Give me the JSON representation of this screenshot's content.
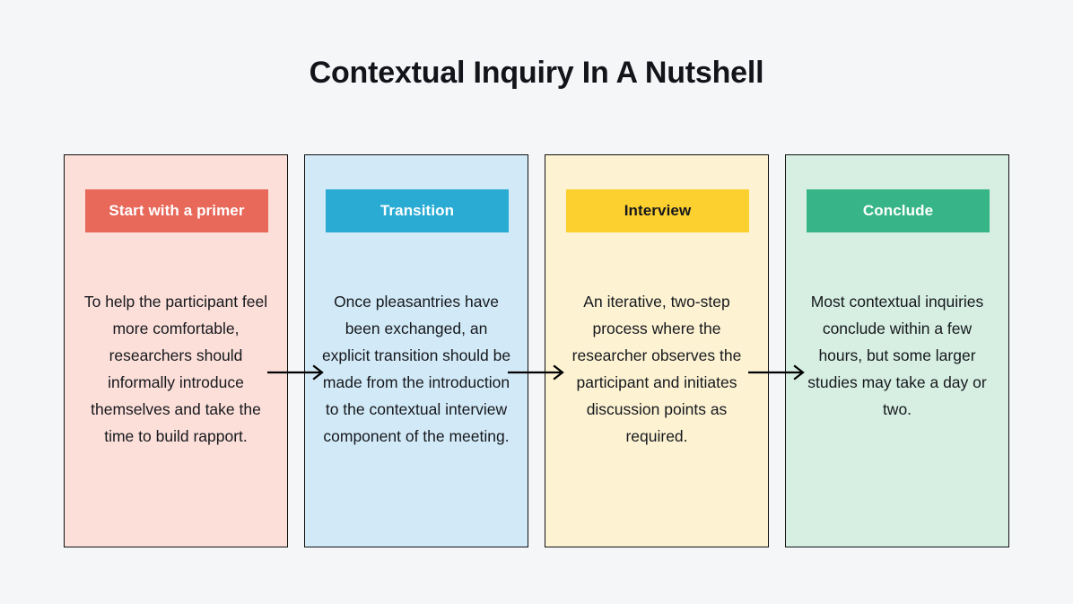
{
  "page": {
    "title": "Contextual Inquiry In A Nutshell",
    "background_color": "#f5f6f8"
  },
  "diagram": {
    "type": "process-flow",
    "orientation": "horizontal",
    "step_count": 4,
    "arrow_count": 3,
    "arrow_icon": "arrow-right-icon",
    "steps": [
      {
        "label": "Start with a primer",
        "description": "To help the participant feel more comfortable, researchers should informally introduce themselves and take the time to build rapport.",
        "badge_color": "#e8685a",
        "badge_text_color": "#ffffff",
        "card_color": "#fcdfd9",
        "border_color": "#111111"
      },
      {
        "label": "Transition",
        "description": "Once pleasantries have been exchanged, an explicit transition should be made from the introduction to the contextual interview component of the meeting.",
        "badge_color": "#29abd4",
        "badge_text_color": "#ffffff",
        "card_color": "#d2eaf7",
        "border_color": "#111111"
      },
      {
        "label": "Interview",
        "description": "An iterative, two-step process where the researcher observes the participant and initiates discussion points as required.",
        "badge_color": "#fcd02f",
        "badge_text_color": "#16181d",
        "card_color": "#fdf3d3",
        "border_color": "#111111"
      },
      {
        "label": "Conclude",
        "description": "Most contextual inquiries conclude within a few hours, but some larger studies may take a day or two.",
        "badge_color": "#38b588",
        "badge_text_color": "#ffffff",
        "card_color": "#d6efe2",
        "border_color": "#111111"
      }
    ]
  }
}
